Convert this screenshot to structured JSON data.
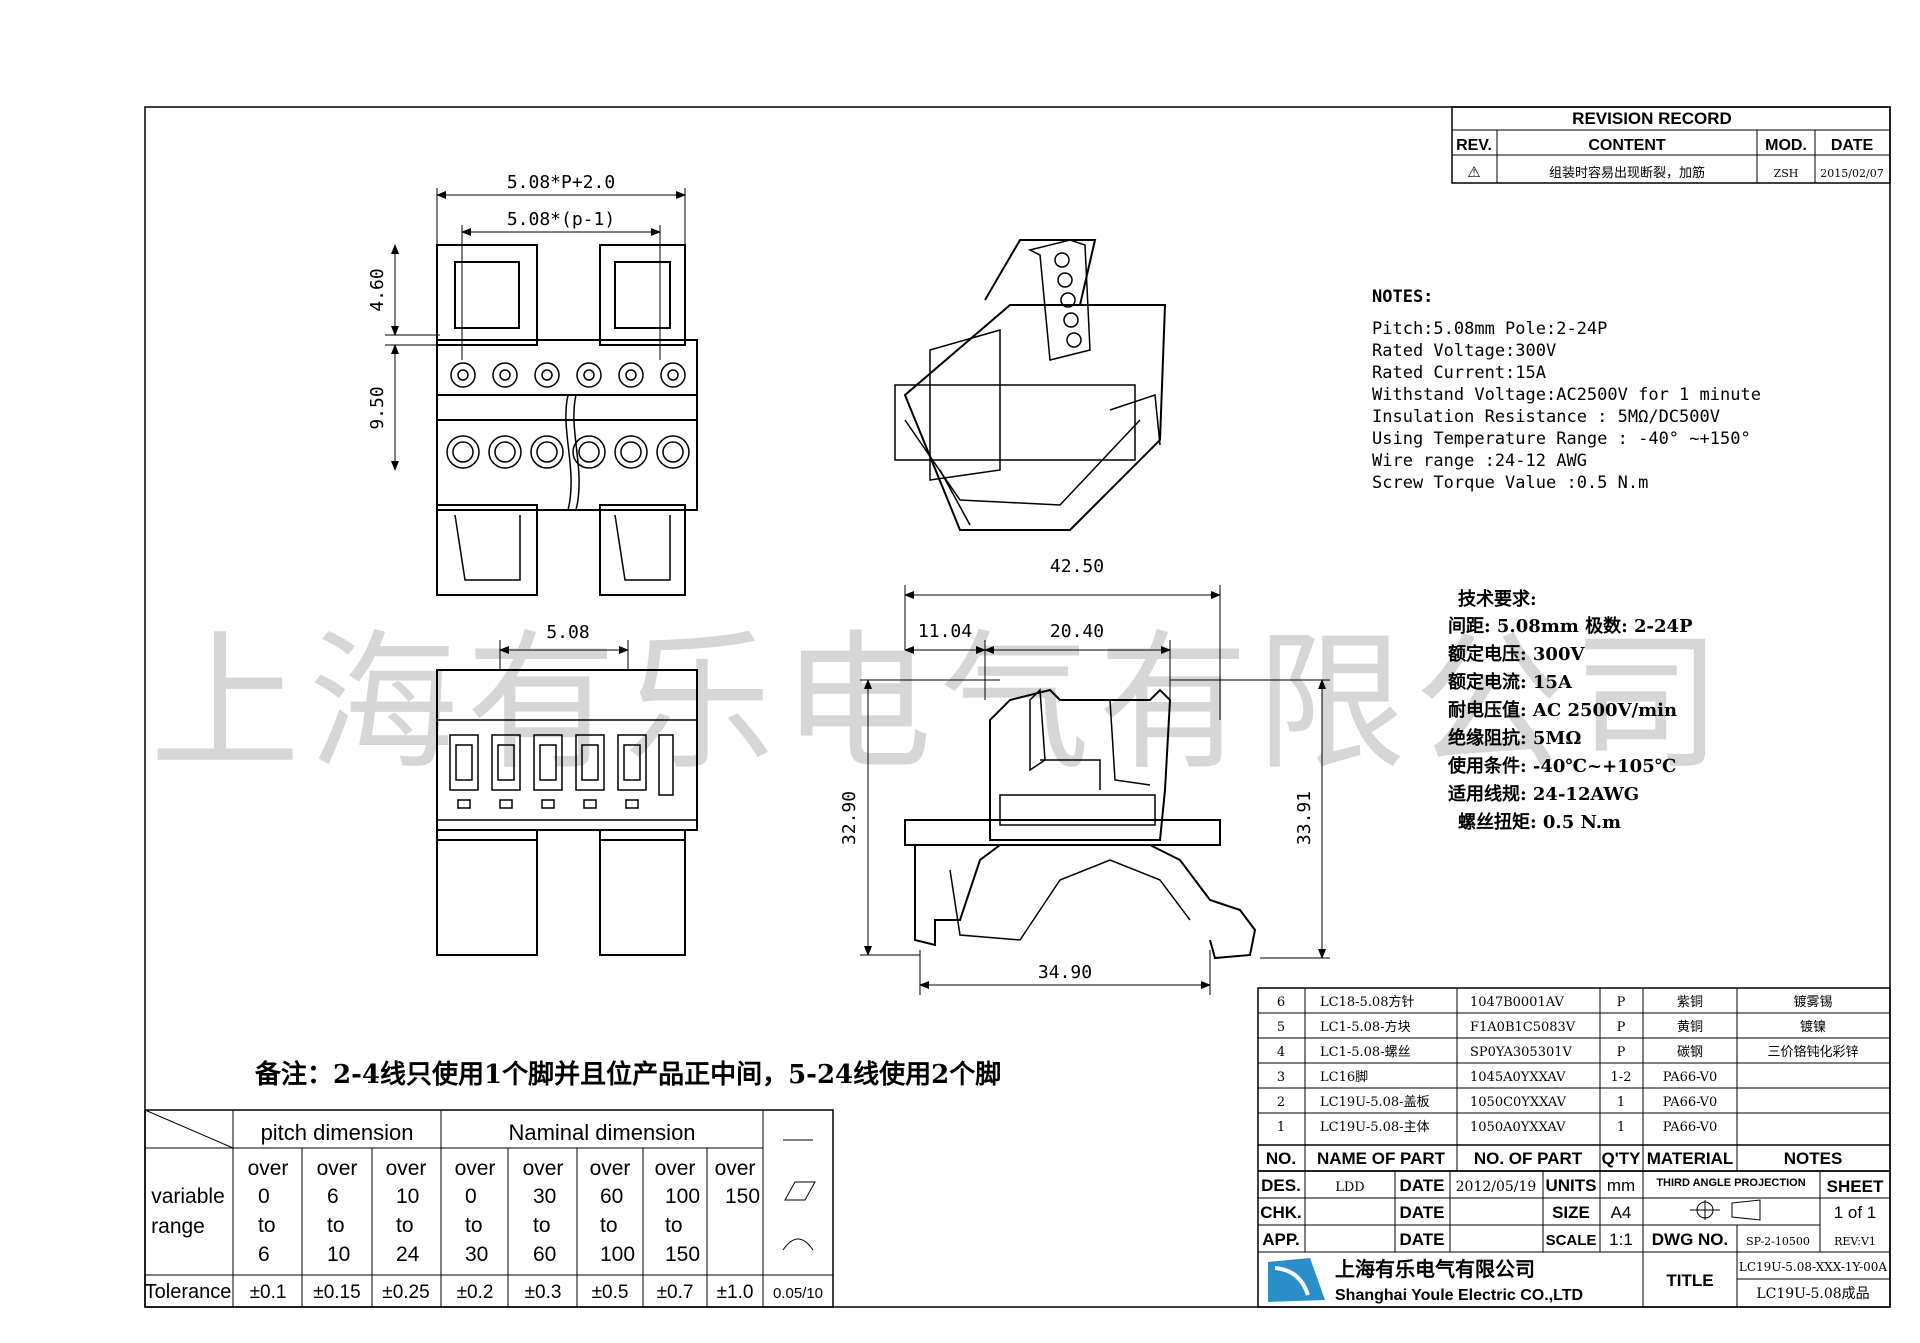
{
  "watermark": "上海有乐电气有限公司",
  "revision": {
    "title": "REVISION RECORD",
    "headers": [
      "REV.",
      "CONTENT",
      "MOD.",
      "DATE"
    ],
    "row": {
      "rev": "⚠",
      "content": "组装时容易出现断裂，加筋",
      "mod": "ZSH",
      "date": "2015/02/07"
    }
  },
  "dims": {
    "overall_width": "5.08*P+2.0",
    "pitch_span": "5.08*(p-1)",
    "top_height": "4.60",
    "mid_height": "9.50",
    "pitch": "5.08",
    "depth": "42.50",
    "d1": "11.04",
    "d2": "20.40",
    "h1": "32.90",
    "h2": "33.91",
    "base": "34.90"
  },
  "notes_en": {
    "heading": "NOTES:",
    "lines": [
      "Pitch:5.08mm    Pole:2-24P",
      "Rated Voltage:300V",
      "Rated Current:15A",
      "Withstand Voltage:AC2500V for 1 minute",
      "Insulation Resistance : 5MΩ/DC500V",
      "Using Temperature Range : -40° ~+150°",
      "Wire range :24-12 AWG",
      "Screw Torque Value :0.5 N.m"
    ]
  },
  "notes_cn": {
    "heading": "技术要求:",
    "lines": [
      "间距: 5.08mm  极数: 2-24P",
      "额定电压: 300V",
      "额定电流: 15A",
      "耐电压值: AC 2500V/min",
      "绝缘阻抗: 5MΩ",
      "使用条件: -40℃~+105℃",
      "适用线规: 24-12AWG",
      "螺丝扭矩: 0.5 N.m"
    ]
  },
  "remark": "备注：2-4线只使用1个脚并且位产品正中间，5-24线使用2个脚",
  "tolerance": {
    "pitch_header": "pitch  dimension",
    "nominal_header": "Naminal  dimension",
    "row_label_1": "variable",
    "row_label_2": "range",
    "tol_label": "Tolerance",
    "pitch_cols": [
      {
        "over": "over",
        "lo": "0",
        "to": "to",
        "hi": "6",
        "tol": "±0.1"
      },
      {
        "over": "over",
        "lo": "6",
        "to": "to",
        "hi": "10",
        "tol": "±0.15"
      },
      {
        "over": "over",
        "lo": "10",
        "to": "to",
        "hi": "24",
        "tol": "±0.25"
      }
    ],
    "nominal_cols": [
      {
        "over": "over",
        "lo": "0",
        "to": "to",
        "hi": "30",
        "tol": "±0.2"
      },
      {
        "over": "over",
        "lo": "30",
        "to": "to",
        "hi": "60",
        "tol": "±0.3"
      },
      {
        "over": "over",
        "lo": "60",
        "to": "to",
        "hi": "100",
        "tol": "±0.5"
      },
      {
        "over": "over",
        "lo": "100",
        "to": "to",
        "hi": "150",
        "tol": "±0.7"
      },
      {
        "over": "over",
        "lo": "150",
        "to": "",
        "hi": "",
        "tol": "±1.0"
      }
    ],
    "angle_tol": "0.05/10"
  },
  "bom": {
    "headers": [
      "NO.",
      "NAME OF PART",
      "NO. OF PART",
      "Q'TY",
      "MATERIAL",
      "NOTES"
    ],
    "rows": [
      {
        "no": "6",
        "name": "LC18-5.08方针",
        "part": "1047B0001AV",
        "qty": "P",
        "material": "紫铜",
        "notes": "镀雾锡"
      },
      {
        "no": "5",
        "name": "LC1-5.08-方块",
        "part": "F1A0B1C5083V",
        "qty": "P",
        "material": "黄铜",
        "notes": "镀镍"
      },
      {
        "no": "4",
        "name": "LC1-5.08-螺丝",
        "part": "SP0YA305301V",
        "qty": "P",
        "material": "碳钢",
        "notes": "三价铬钝化彩锌"
      },
      {
        "no": "3",
        "name": "LC16脚",
        "part": "1045A0YXXAV",
        "qty": "1-2",
        "material": "PA66-V0",
        "notes": ""
      },
      {
        "no": "2",
        "name": "LC19U-5.08-盖板",
        "part": "1050C0YXXAV",
        "qty": "1",
        "material": "PA66-V0",
        "notes": ""
      },
      {
        "no": "1",
        "name": "LC19U-5.08-主体",
        "part": "1050A0YXXAV",
        "qty": "1",
        "material": "PA66-V0",
        "notes": ""
      }
    ]
  },
  "title_block": {
    "des_label": "DES.",
    "des_value": "LDD",
    "chk_label": "CHK.",
    "app_label": "APP.",
    "date_label": "DATE",
    "date_value": "2012/05/19",
    "units_label": "UNITS",
    "units_value": "mm",
    "size_label": "SIZE",
    "size_value": "A4",
    "scale_label": "SCALE",
    "scale_value": "1:1",
    "projection": "THIRD ANGLE PROJECTION",
    "sheet_label": "SHEET",
    "sheet_value": "1 of 1",
    "dwg_label": "DWG NO.",
    "dwg_value": "SP-2-10500",
    "rev_value": "REV:V1",
    "title_label": "TITLE",
    "part_code": "LC19U-5.08-XXX-1Y-00A",
    "part_name": "LC19U-5.08成品",
    "company_cn": "上海有乐电气有限公司",
    "company_en": "Shanghai Youle Electric CO.,LTD"
  },
  "colors": {
    "line": "#000000",
    "watermark": "#d6d6d6",
    "logo": "#2a8fc8"
  }
}
